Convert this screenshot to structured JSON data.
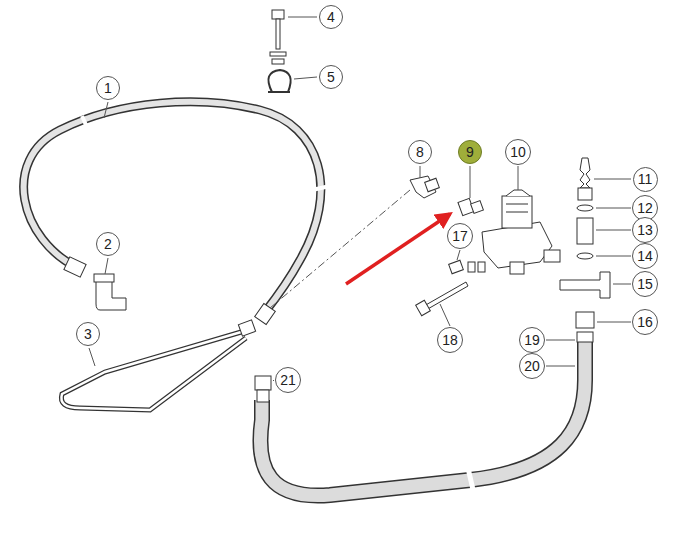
{
  "diagram": {
    "labels": [
      "1",
      "2",
      "3",
      "4",
      "5",
      "8",
      "9",
      "10",
      "11",
      "12",
      "13",
      "14",
      "15",
      "16",
      "17",
      "18",
      "19",
      "20",
      "21"
    ]
  }
}
